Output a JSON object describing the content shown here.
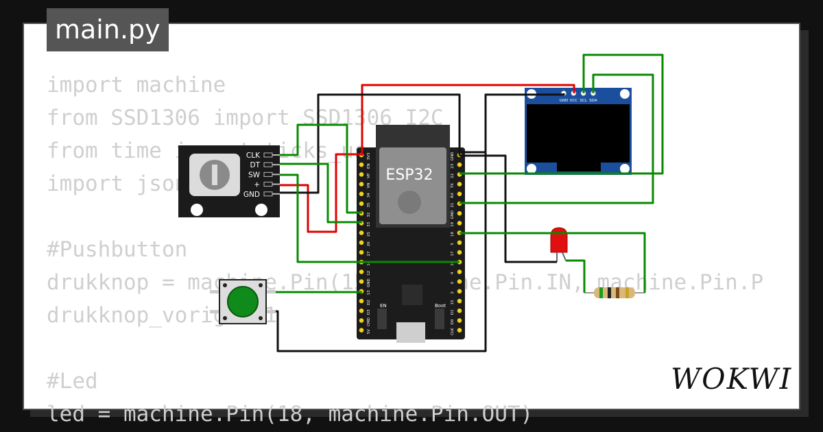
{
  "file_tab": {
    "title": "main.py"
  },
  "code_lines": [
    "import machine",
    "from SSD1306 import SSD1306_I2C",
    "from time import ticks_us",
    "import json",
    "",
    "#Pushbutton",
    "drukknop = machine.Pin(15, machine.Pin.IN, machine.Pin.P",
    "drukknop_vorig = 1",
    "",
    "#Led",
    "led = machine.Pin(18, machine.Pin.OUT)"
  ],
  "esp32": {
    "label": "ESP32",
    "left_pins": [
      "3V3",
      "EN",
      "VP",
      "VN",
      "34",
      "35",
      "32",
      "33",
      "25",
      "26",
      "27",
      "14",
      "12",
      "GND",
      "13",
      "D2",
      "D3",
      "CMD",
      "5V"
    ],
    "right_pins": [
      "GND",
      "23",
      "22",
      "TX",
      "RX",
      "21",
      "GND",
      "19",
      "18",
      "5",
      "17",
      "16",
      "4",
      "0",
      "2",
      "15",
      "D1",
      "D0",
      "CLK"
    ],
    "en_label": "EN",
    "boot_label": "Boot"
  },
  "encoder": {
    "pins": [
      "CLK",
      "DT",
      "SW",
      "+",
      "GND"
    ]
  },
  "oled": {
    "pins": [
      "GND",
      "VCC",
      "SCL",
      "SDA"
    ]
  },
  "brand": {
    "logo": "WOKWI"
  },
  "colors": {
    "wire_black": "#111111",
    "wire_red": "#e00000",
    "wire_green": "#078a00",
    "code": "#cfcfcf"
  }
}
